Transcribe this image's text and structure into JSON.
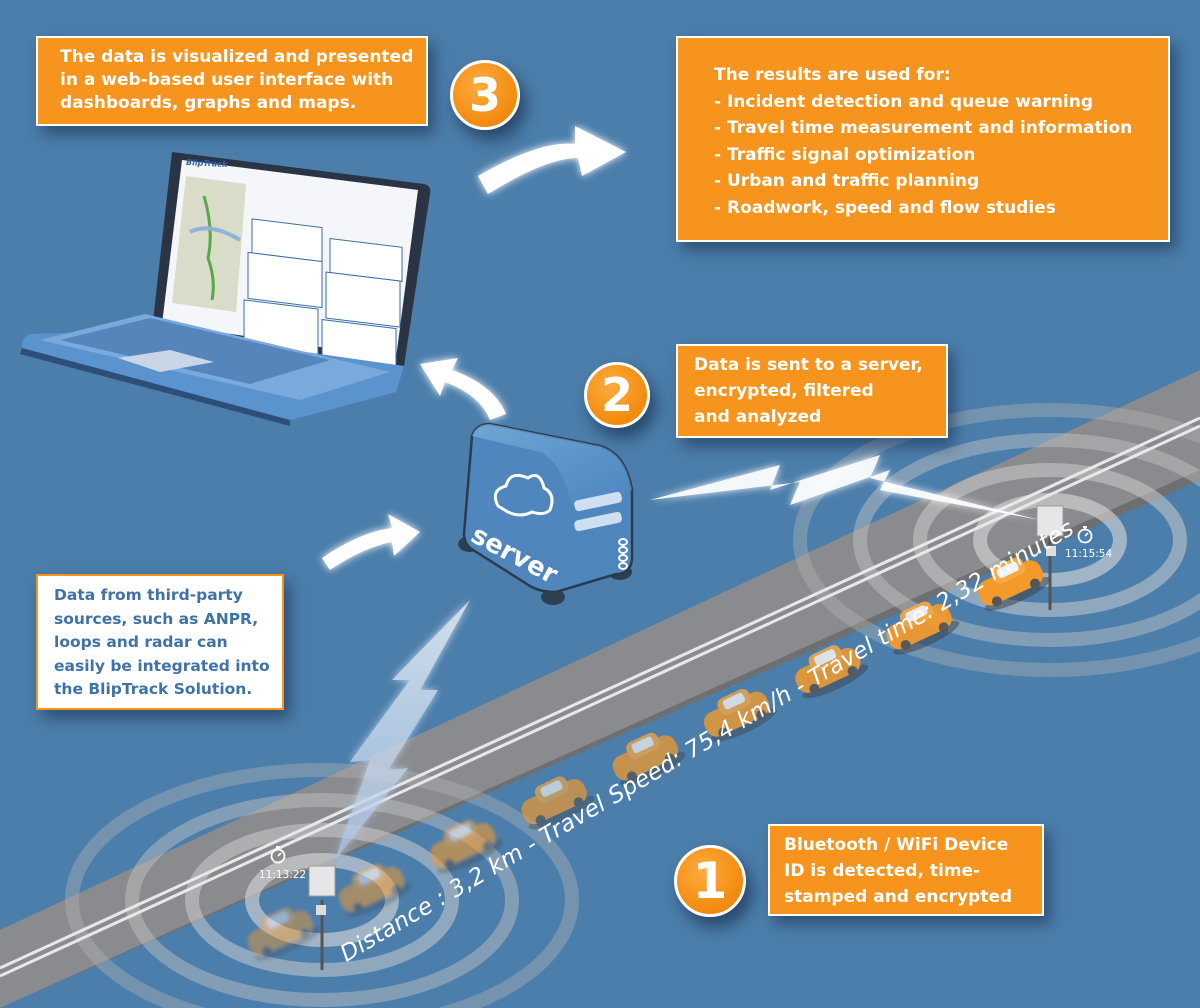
{
  "diagram": {
    "title": "BlipTrack travel time measurement flow",
    "colors": {
      "background": "#4c7eab",
      "accent_orange": "#f7941e",
      "white": "#ffffff",
      "road_gray": "#8a8a8a",
      "secondary_text_blue": "#3f72a6"
    },
    "steps": [
      {
        "number": "1",
        "lines": [
          "Bluetooth / WiFi Device",
          "ID is detected, time-",
          "stamped and encrypted"
        ]
      },
      {
        "number": "2",
        "lines": [
          "Data is sent to a server,",
          "encrypted, filtered",
          "and analyzed"
        ]
      },
      {
        "number": "3",
        "lines": [
          "The data is visualized and presented",
          "in a web-based user interface with",
          "dashboards, graphs and maps."
        ]
      }
    ],
    "results": {
      "heading": "The results are used for:",
      "items": [
        "- Incident detection and queue warning",
        "- Travel time measurement and information",
        "- Traffic signal optimization",
        "- Urban and traffic planning",
        "- Roadwork, speed and flow studies"
      ]
    },
    "third_party": {
      "lines": [
        "Data from third-party",
        "sources, such as ANPR,",
        "loops and radar can",
        "easily be integrated into",
        "the BlipTrack Solution."
      ]
    },
    "road_label": "Distance : 3,2 km - Travel Speed: 75,4 km/h - Travel time: 2,32 minutes",
    "sensors": [
      {
        "name": "sensor-start",
        "timestamp": "11:13:22",
        "icon": "stopwatch-icon"
      },
      {
        "name": "sensor-end",
        "timestamp": "11:15:54",
        "icon": "stopwatch-icon"
      }
    ],
    "server": {
      "label": "server",
      "icon": "cloud-icon"
    },
    "laptop": {
      "brand": "BlipTrack",
      "screen": "dashboard with map, gauges and graphs"
    },
    "cars_count": 9
  }
}
